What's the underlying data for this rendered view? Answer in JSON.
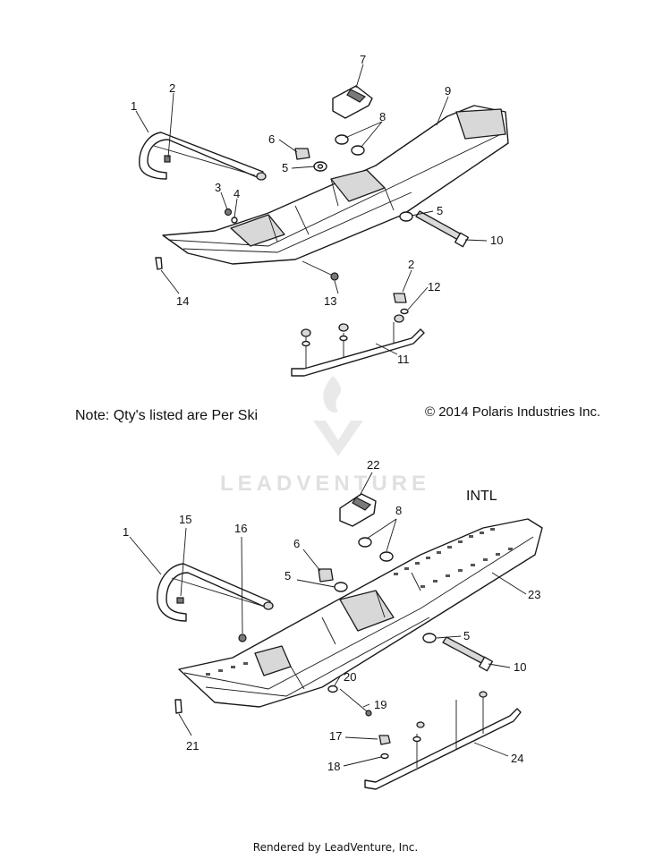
{
  "note": "Note: Qty's listed are Per Ski",
  "copyright": "© 2014 Polaris Industries Inc.",
  "variant_label": "INTL",
  "watermark": "LEADVENTURE",
  "footer": "Rendered by LeadVenture, Inc.",
  "callouts": {
    "upper": [
      "1",
      "2",
      "3",
      "4",
      "5",
      "6",
      "7",
      "8",
      "9",
      "5",
      "10",
      "2",
      "12",
      "13",
      "14",
      "11"
    ],
    "lower": [
      "22",
      "1",
      "15",
      "16",
      "6",
      "5",
      "8",
      "23",
      "5",
      "10",
      "20",
      "19",
      "17",
      "18",
      "21",
      "24"
    ]
  }
}
